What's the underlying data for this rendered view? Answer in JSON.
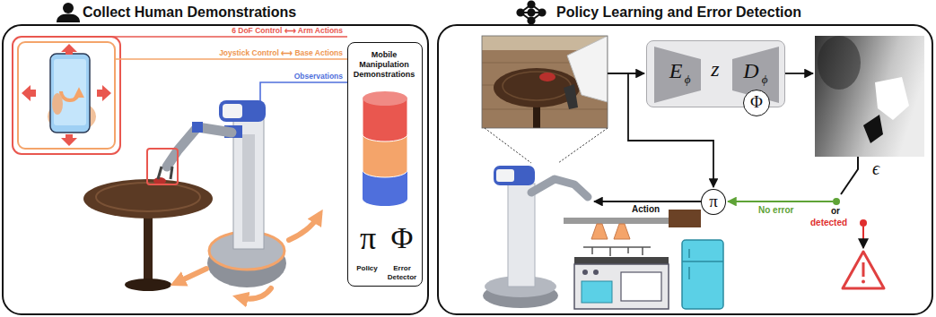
{
  "diagram": {
    "nodes": [
      {
        "text": [
          "Collect Human Demonstrations"
        ]
      },
      {
        "text": [
          "Mobile Manipulation Demonstrations",
          "π",
          "Policy",
          "Φ",
          "Error Detector"
        ],
        "in": 0
      },
      {
        "text": [
          "Policy Learning and Error Detection"
        ]
      },
      {
        "text": [
          "E",
          "ϕ",
          "z",
          "D",
          "ϕ"
        ],
        "in": 2
      },
      {
        "text": [
          "Φ"
        ],
        "in": 2
      },
      {
        "text": [
          "π"
        ],
        "in": 2
      }
    ],
    "labels": [
      "6 DoF Control ⟷ Arm Actions",
      "Joystick Control ⟷ Base Actions",
      "Observations",
      "ϵ",
      "Action",
      "No error",
      "or",
      "detected"
    ]
  }
}
